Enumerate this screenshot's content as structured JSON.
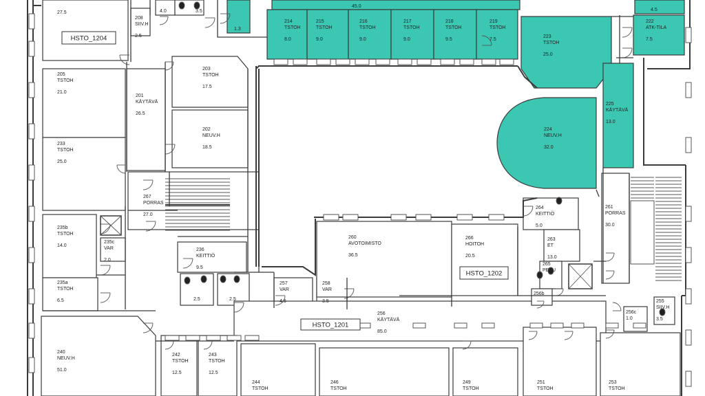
{
  "colors": {
    "highlight": "#3cc7b3",
    "wall": "#3a3a3a",
    "background": "#ffffff"
  },
  "rooms": [
    {
      "id": "r_t1",
      "lines": [
        "27.5"
      ],
      "hl": false
    },
    {
      "id": "r_208",
      "lines": [
        "208",
        "SIIV.H",
        "2.5"
      ],
      "hl": false
    },
    {
      "id": "r_40",
      "lines": [
        "4.0"
      ],
      "hl": false
    },
    {
      "id": "r_35",
      "lines": [
        "3.5"
      ],
      "hl": false
    },
    {
      "id": "r_tiny",
      "lines": [
        "1.3"
      ],
      "hl": true
    },
    {
      "id": "r_450",
      "lines": [
        "45.0"
      ],
      "hl": true
    },
    {
      "id": "r_214",
      "lines": [
        "214",
        "TSTOH",
        "8.0"
      ],
      "hl": true
    },
    {
      "id": "r_215",
      "lines": [
        "215",
        "TSTOH",
        "9.0"
      ],
      "hl": true
    },
    {
      "id": "r_216",
      "lines": [
        "216",
        "TSTOH",
        "9.0"
      ],
      "hl": true
    },
    {
      "id": "r_217",
      "lines": [
        "217",
        "TSTOH",
        "9.0"
      ],
      "hl": true
    },
    {
      "id": "r_218",
      "lines": [
        "218",
        "TSTOH",
        "9.5"
      ],
      "hl": true
    },
    {
      "id": "r_219",
      "lines": [
        "219",
        "TSTOH",
        "7.5"
      ],
      "hl": true
    },
    {
      "id": "r_223",
      "lines": [
        "223",
        "TSTOH",
        "25.0"
      ],
      "hl": true
    },
    {
      "id": "r_45",
      "lines": [
        "4.5"
      ],
      "hl": true
    },
    {
      "id": "r_222",
      "lines": [
        "222",
        "ATK-TILA",
        "7.5"
      ],
      "hl": true
    },
    {
      "id": "r_225",
      "lines": [
        "225",
        "KÄYTÄVÄ",
        "13.0"
      ],
      "hl": true
    },
    {
      "id": "r_224",
      "lines": [
        "224",
        "NEUV.H",
        "32.0"
      ],
      "hl": true
    },
    {
      "id": "r_205",
      "lines": [
        "205",
        "TSTOH",
        "21.0"
      ],
      "hl": false
    },
    {
      "id": "r_233",
      "lines": [
        "233",
        "TSTOH",
        "25.0"
      ],
      "hl": false
    },
    {
      "id": "r_201",
      "lines": [
        "201",
        "KÄYTÄVÄ",
        "26.5"
      ],
      "hl": false
    },
    {
      "id": "r_203",
      "lines": [
        "203",
        "TSTOH",
        "17.5"
      ],
      "hl": false
    },
    {
      "id": "r_202",
      "lines": [
        "202",
        "NEUV.H",
        "18.5"
      ],
      "hl": false
    },
    {
      "id": "r_267",
      "lines": [
        "267",
        "PORRAS",
        "27.0"
      ],
      "hl": false
    },
    {
      "id": "r_235b",
      "lines": [
        "235b",
        "TSTOH",
        "14.0"
      ],
      "hl": false
    },
    {
      "id": "r_235c",
      "lines": [
        "235c",
        "VAR",
        "2.0"
      ],
      "hl": false
    },
    {
      "id": "r_235a",
      "lines": [
        "235a",
        "TSTOH",
        "6.5"
      ],
      "hl": false
    },
    {
      "id": "r_236",
      "lines": [
        "236",
        "KEITTIÖ",
        "9.5"
      ],
      "hl": false
    },
    {
      "id": "r_wc1",
      "lines": [
        "2.5"
      ],
      "hl": false
    },
    {
      "id": "r_wc2",
      "lines": [
        "2.5"
      ],
      "hl": false
    },
    {
      "id": "r_257",
      "lines": [
        "257",
        "VAR",
        "4.5"
      ],
      "hl": false
    },
    {
      "id": "r_258",
      "lines": [
        "258",
        "VAR",
        "3.5"
      ],
      "hl": false
    },
    {
      "id": "r_260",
      "lines": [
        "260",
        "AVOTOIMISTO",
        "36.5"
      ],
      "hl": false
    },
    {
      "id": "r_266",
      "lines": [
        "266",
        "HOITOH",
        "20.5"
      ],
      "hl": false
    },
    {
      "id": "r_264",
      "lines": [
        "264",
        "KEITTIÖ",
        "5.0"
      ],
      "hl": false
    },
    {
      "id": "r_263",
      "lines": [
        "263",
        "ET",
        "13.0"
      ],
      "hl": false
    },
    {
      "id": "r_261",
      "lines": [
        "261",
        "PORRAS",
        "30.0"
      ],
      "hl": false
    },
    {
      "id": "r_265",
      "lines": [
        "265",
        "PESU"
      ],
      "hl": false
    },
    {
      "id": "r_256",
      "lines": [
        "256",
        "KÄYTÄVÄ",
        "85.0"
      ],
      "hl": false
    },
    {
      "id": "r_256b",
      "lines": [
        "256b"
      ],
      "hl": false
    },
    {
      "id": "r_255",
      "lines": [
        "255",
        "SIIV.H",
        "3.5"
      ],
      "hl": false
    },
    {
      "id": "r_256c",
      "lines": [
        "256c",
        "1.0"
      ],
      "hl": false
    },
    {
      "id": "r_240",
      "lines": [
        "240",
        "NEUV.H",
        "51.0"
      ],
      "hl": false
    },
    {
      "id": "r_242",
      "lines": [
        "242",
        "TSTOH",
        "12.5"
      ],
      "hl": false
    },
    {
      "id": "r_243",
      "lines": [
        "243",
        "TSTOH",
        "12.5"
      ],
      "hl": false
    },
    {
      "id": "r_244",
      "lines": [
        "244",
        "TSTOH"
      ],
      "hl": false
    },
    {
      "id": "r_246",
      "lines": [
        "246",
        "TSTOH"
      ],
      "hl": false
    },
    {
      "id": "r_249",
      "lines": [
        "249",
        "TSTOH"
      ],
      "hl": false
    },
    {
      "id": "r_251",
      "lines": [
        "251",
        "TSTOH"
      ],
      "hl": false
    },
    {
      "id": "r_253",
      "lines": [
        "253",
        "TSTOH"
      ],
      "hl": false
    }
  ],
  "zones": [
    "HSTO_1204",
    "HSTO_1201",
    "HSTO_1202"
  ]
}
